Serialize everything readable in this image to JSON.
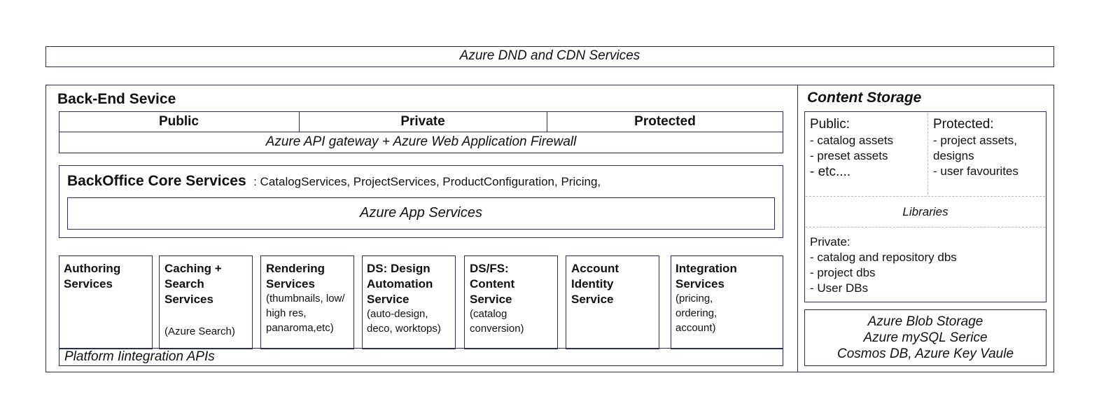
{
  "cdn": {
    "label": "Azure DND and CDN Services"
  },
  "backend": {
    "title": "Back-End Sevice",
    "access": [
      "Public",
      "Private",
      "Protected"
    ],
    "gateway": "Azure API gateway + Azure Web Application Firewall",
    "core": {
      "title": "BackOffice Core Services",
      "list": ": CatalogServices, ProjectServices, ProductConfiguration, Pricing,",
      "app_services": "Azure App Services"
    },
    "services": [
      {
        "title": [
          "Authoring",
          "Services"
        ],
        "desc": []
      },
      {
        "title": [
          "Caching +",
          "Search",
          "Services"
        ],
        "desc": [
          "(Azure Search)"
        ]
      },
      {
        "title": [
          "Rendering",
          "Services"
        ],
        "desc": [
          "(thumbnails, low/",
          "high res,",
          "panaroma,etc)"
        ]
      },
      {
        "title": [
          "DS: Design",
          "Automation",
          "Service"
        ],
        "desc": [
          "(auto-design,",
          "deco, worktops)"
        ]
      },
      {
        "title": [
          "DS/FS:",
          "Content",
          "Service"
        ],
        "desc": [
          "(catalog",
          "conversion)"
        ]
      },
      {
        "title": [
          "Account",
          "Identity",
          "Service"
        ],
        "desc": []
      },
      {
        "title": [
          "Integration",
          "Services"
        ],
        "desc": [
          "(pricing,",
          "ordering,",
          "account)"
        ]
      }
    ],
    "platform_apis": "Platform Iintegration APIs"
  },
  "storage": {
    "title": "Content Storage",
    "public": {
      "heading": "Public:",
      "items": [
        "- catalog assets",
        "- preset assets",
        "- etc...."
      ]
    },
    "protected": {
      "heading": "Protected:",
      "items": [
        "- project assets,",
        "designs",
        "- user favourites"
      ]
    },
    "libraries": "Libraries",
    "private": {
      "heading": "Private:",
      "items": [
        "- catalog and repository dbs",
        "- project dbs",
        "- User DBs"
      ]
    },
    "azure": [
      "Azure Blob Storage",
      "Azure mySQL Serice",
      "Cosmos DB, Azure Key Vaule"
    ]
  },
  "colors": {
    "border": "#2b2d52",
    "dashed": "#b9b9b9",
    "text": "#111111"
  }
}
